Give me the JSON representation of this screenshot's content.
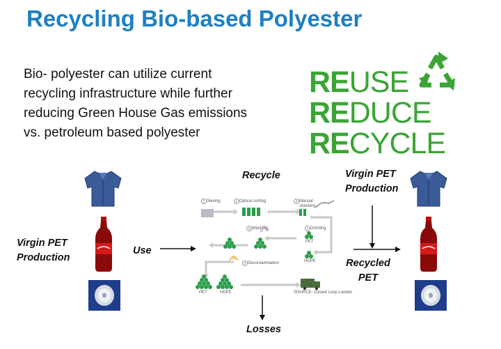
{
  "title": "Recycling Bio-based Polyester",
  "body_lines": [
    "Bio- polyester can utilize current",
    "recycling infrastructure while further",
    "reducing Green House Gas emissions",
    "vs. petroleum based polyester"
  ],
  "logo": {
    "lines": [
      {
        "bold": "RE",
        "rest": "USE"
      },
      {
        "bold": "RE",
        "rest": "DUCE"
      },
      {
        "bold": "RE",
        "rest": "CYCLE"
      }
    ],
    "color": "#3aa535"
  },
  "diagram": {
    "virgin_left": [
      "Virgin PET",
      "Production"
    ],
    "use": "Use",
    "recycle": "Recycle",
    "virgin_right": [
      "Virgin PET",
      "Production"
    ],
    "recycled": [
      "Recycled",
      "PET"
    ],
    "losses": "Losses",
    "steps": {
      "sieving": "Sieving",
      "optical": "Optical sorting",
      "manual": "Manual checking",
      "washing": "Washing",
      "grinding": "Grinding",
      "decontamination": "Decontamination",
      "pet_top": "PET",
      "hdpe_top": "HDPE",
      "pet_bottom": "PET",
      "hdpe_bottom": "HDPE",
      "source": "SOURCE: Closed Loop London"
    },
    "icons": [
      "jacket-icon",
      "cola-bottle-icon",
      "film-roll-icon",
      "recycle-arrows-icon",
      "truck-icon"
    ]
  }
}
